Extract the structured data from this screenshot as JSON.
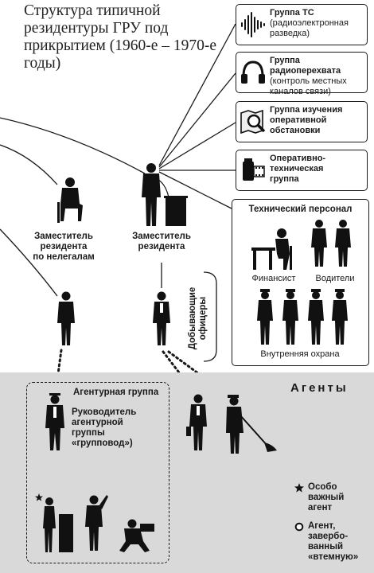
{
  "title": "Структура типичной резидентуры ГРУ под прикрытием (1960-е – 1970-е годы)",
  "groups": [
    {
      "name": "Группа ТС",
      "desc": "(радиоэлектронная\nразведка)",
      "icon": "sound-wave-icon"
    },
    {
      "name": "Группа\nрадиоперехвата",
      "desc": "(контроль местных\nканалов связи)",
      "icon": "headphones-icon"
    },
    {
      "name": "Группа изучения\nоперативной\nобстановки",
      "desc": "",
      "icon": "map-magnifier-icon"
    },
    {
      "name": "Оперативно-\nтехническая\nгруппа",
      "desc": "",
      "icon": "film-canister-icon"
    }
  ],
  "technical_staff": {
    "title": "Технический персонал",
    "financier": "Финансист",
    "drivers": "Водители",
    "guards": "Внутренняя охрана"
  },
  "deputy_illegals": "Заместитель\nрезидента\nпо нелегалам",
  "deputy_resident": "Заместитель\nрезидента",
  "recruiting_officers": "Добывающие\nофицеры",
  "agents_title": "Агенты",
  "agent_group": {
    "title": "Агентурная группа",
    "leader": "Руководитель\nагентурной\nгруппы\n«групповод»)"
  },
  "legend": {
    "star_text": "Особо\nважный\nагент",
    "circle_text": "Агент,\nзавербо-\nванный\n«втемную»"
  }
}
